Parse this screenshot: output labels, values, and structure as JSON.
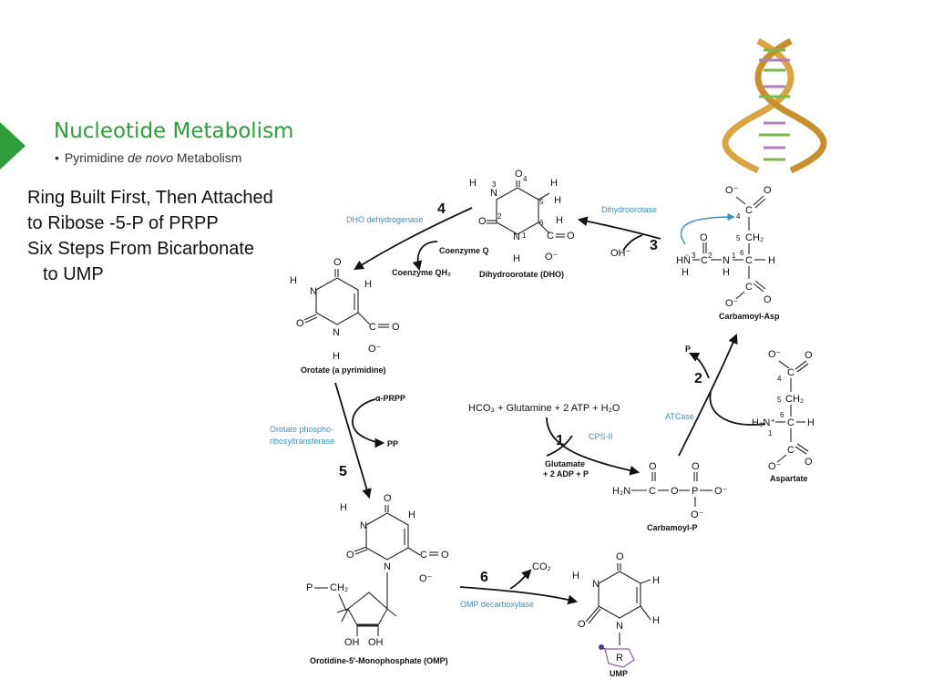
{
  "header": {
    "title": "Nucleotide Metabolism",
    "subtitle_prefix": "Pyrimidine ",
    "subtitle_emph": "de novo",
    "subtitle_suffix": " Metabolism"
  },
  "body_lines": [
    "Ring Built First, Then Attached",
    "to Ribose -5-P of PRPP",
    "Six Steps From Bicarbonate",
    "to UMP"
  ],
  "pathway": {
    "reactants": "HCO₃ + Glutamine + 2 ATP + H₂O",
    "steps": [
      {
        "number": "1",
        "enzyme": "CPS-II",
        "byproduct": "Glutamate",
        "byproduct2": "+ 2 ADP + P"
      },
      {
        "number": "2",
        "enzyme": "ATCase",
        "byproduct": "P"
      },
      {
        "number": "3",
        "enzyme": "Dihydroorotase",
        "byproduct": "OH⁻"
      },
      {
        "number": "4",
        "enzyme": "DHO dehydrogenase",
        "cofactor_in": "Coenzyme Q",
        "cofactor_out": "Coenzyme QH₂"
      },
      {
        "number": "5",
        "enzyme_line1": "Orotate phospho-",
        "enzyme_line2": "ribosyltransferase",
        "cofactor_in": "α-PRPP",
        "byproduct": "PP"
      },
      {
        "number": "6",
        "enzyme": "OMP decarboxylase",
        "byproduct": "CO₂"
      }
    ],
    "compounds": {
      "carbamoyl_p": "Carbamoyl-P",
      "aspartate": "Aspartate",
      "carbamoyl_asp": "Carbamoyl-Asp",
      "dho": "Dihydroorotate (DHO)",
      "orotate": "Orotate (a pyrimidine)",
      "omp": "Orotidine-5′-Monophosphate (OMP)",
      "ump": "UMP"
    }
  },
  "colors": {
    "accent_green": "#2e9d3a",
    "enzyme_blue": "#3b8fc6",
    "dna_gold": "#d9a441"
  },
  "icons": [
    "dna-helix-icon"
  ]
}
